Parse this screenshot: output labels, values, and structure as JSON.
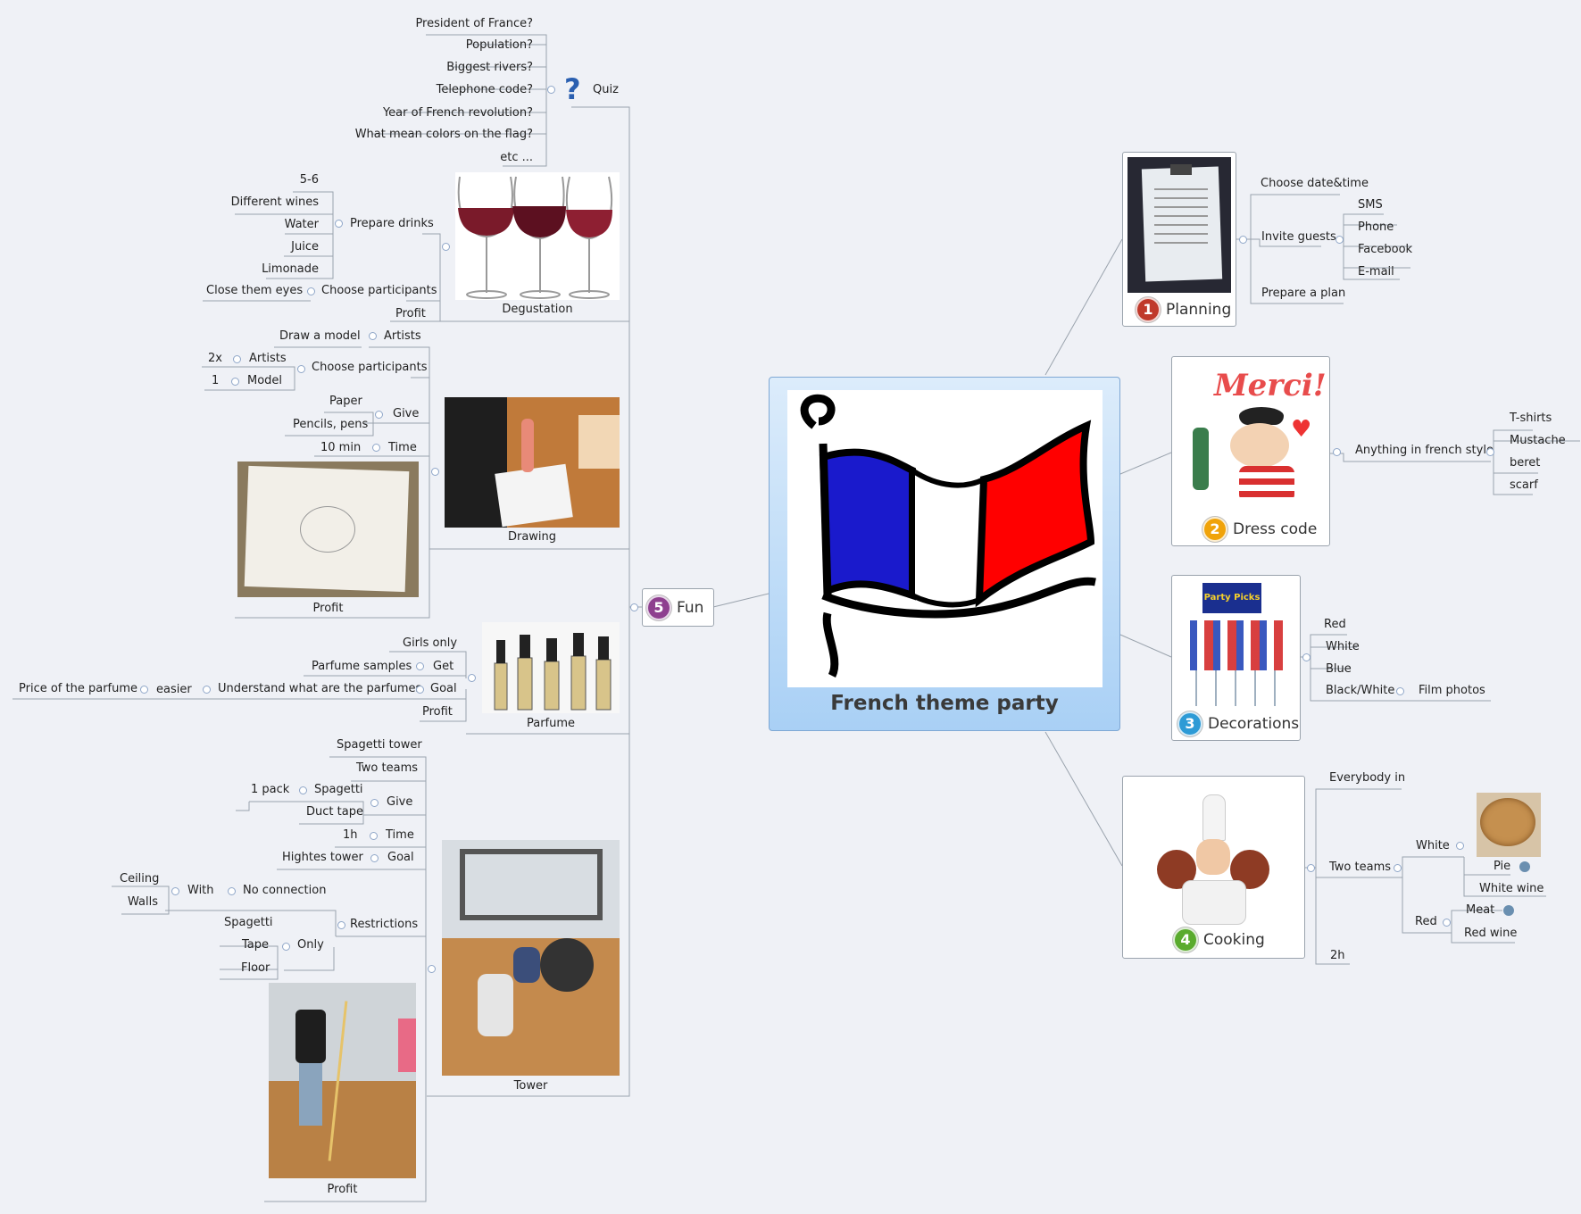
{
  "central": {
    "title": "French theme party"
  },
  "planning": {
    "number": "1",
    "label": "Planning",
    "choose": "Choose date&time",
    "invite": "Invite guests",
    "invite_items": [
      "SMS",
      "Phone",
      "Facebook",
      "E-mail"
    ],
    "plan": "Prepare a plan"
  },
  "dress": {
    "number": "2",
    "label": "Dress code",
    "branch": "Anything in french style",
    "items": [
      "T-shirts",
      "Mustache",
      "beret",
      "scarf"
    ]
  },
  "decor": {
    "number": "3",
    "label": "Decorations",
    "items": [
      "Red",
      "White",
      "Blue",
      "Black/White"
    ],
    "film": "Film photos"
  },
  "cooking": {
    "number": "4",
    "label": "Cooking",
    "everybody": "Everybody in",
    "teams": "Two teams",
    "white": "White",
    "pie": "Pie",
    "white_wine": "White wine",
    "red": "Red",
    "meat": "Meat",
    "red_wine": "Red wine",
    "time": "2h"
  },
  "fun": {
    "number": "5",
    "label": "Fun",
    "quiz": {
      "label": "Quiz",
      "items": [
        "President of France?",
        "Population?",
        "Biggest rivers?",
        "Telephone code?",
        "Year of French revolution?",
        "What mean colors on the flag?",
        "etc ..."
      ]
    },
    "degustation": {
      "label": "Degustation",
      "prepare": "Prepare drinks",
      "drinks": [
        "5-6",
        "Different wines",
        "Water",
        "Juice",
        "Limonade"
      ],
      "choose": "Choose participants",
      "close": "Close them eyes",
      "profit": "Profit"
    },
    "drawing": {
      "label": "Drawing",
      "draw_model": "Draw a model",
      "artists": "Artists",
      "choose": "Choose participants",
      "two_x": "2x",
      "artists2": "Artists",
      "one": "1",
      "model": "Model",
      "paper": "Paper",
      "pencils": "Pencils, pens",
      "give": "Give",
      "ten_min": "10 min",
      "time": "Time",
      "profit": "Profit"
    },
    "parfume": {
      "label": "Parfume",
      "girls": "Girls only",
      "samples": "Parfume samples",
      "get": "Get",
      "price": "Price of the parfume",
      "easier": "easier",
      "understand": "Understand what are the parfumes",
      "goal": "Goal",
      "profit": "Profit"
    },
    "tower": {
      "label": "Tower",
      "spagetti_tower": "Spagetti tower",
      "two_teams": "Two teams",
      "one_pack": "1 pack",
      "spagetti": "Spagetti",
      "duct": "Duct tape",
      "give": "Give",
      "one_h": "1h",
      "time": "Time",
      "hightes": "Hightes tower",
      "goal": "Goal",
      "ceiling": "Ceiling",
      "walls": "Walls",
      "with": "With",
      "no_conn": "No connection",
      "spagetti2": "Spagetti",
      "tape": "Tape",
      "floor": "Floor",
      "only": "Only",
      "restrictions": "Restrictions",
      "profit": "Profit"
    }
  },
  "colors": {
    "line": "#9aa3ad",
    "central_fill": "#a9d0f5",
    "n1": "#c0392b",
    "n2": "#f0a30a",
    "n3": "#2e9bd6",
    "n4": "#5aab2e",
    "n5": "#8e3f8f"
  }
}
